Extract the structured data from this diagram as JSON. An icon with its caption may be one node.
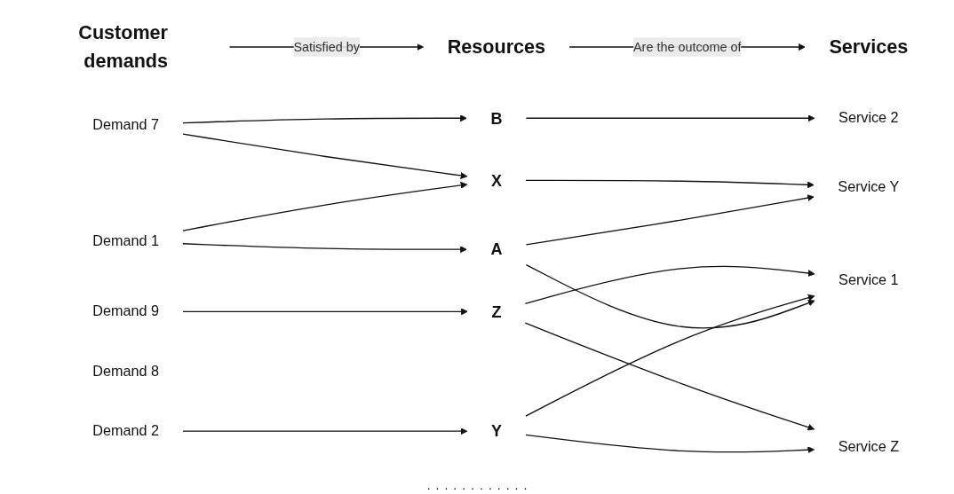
{
  "diagram": {
    "nodes": [
      {
        "text": [
          "Customer demands"
        ]
      },
      {
        "text": [
          "Resources"
        ]
      },
      {
        "text": [
          "Services"
        ]
      },
      {
        "text": [
          "Demand 1"
        ]
      },
      {
        "text": [
          "Demand 2"
        ]
      },
      {
        "text": [
          "Demand 7"
        ]
      },
      {
        "text": [
          "Demand 8"
        ]
      },
      {
        "text": [
          "Demand 9"
        ]
      },
      {
        "text": [
          "A"
        ]
      },
      {
        "text": [
          "B"
        ]
      },
      {
        "text": [
          "X"
        ]
      },
      {
        "text": [
          "Y"
        ]
      },
      {
        "text": [
          "Z"
        ]
      },
      {
        "text": [
          "Service 1"
        ]
      },
      {
        "text": [
          "Service 2"
        ]
      },
      {
        "text": [
          "Service Y"
        ]
      },
      {
        "text": [
          "Service Z"
        ]
      }
    ],
    "edges": [
      {
        "from": 0,
        "to": 1,
        "arrow": "to",
        "label": "Satisfied by"
      },
      {
        "from": 1,
        "to": 2,
        "arrow": "to",
        "label": "Are the outcome of"
      },
      {
        "from": 3,
        "to": 8,
        "arrow": "to"
      },
      {
        "from": 3,
        "to": 10,
        "arrow": "to"
      },
      {
        "from": 4,
        "to": 11,
        "arrow": "to"
      },
      {
        "from": 5,
        "to": 9,
        "arrow": "to"
      },
      {
        "from": 5,
        "to": 10,
        "arrow": "to"
      },
      {
        "from": 7,
        "to": 12,
        "arrow": "to"
      },
      {
        "from": 8,
        "to": 13,
        "arrow": "to"
      },
      {
        "from": 8,
        "to": 15,
        "arrow": "to"
      },
      {
        "from": 9,
        "to": 14,
        "arrow": "to"
      },
      {
        "from": 10,
        "to": 15,
        "arrow": "to"
      },
      {
        "from": 11,
        "to": 13,
        "arrow": "to"
      },
      {
        "from": 11,
        "to": 16,
        "arrow": "to"
      },
      {
        "from": 12,
        "to": 13,
        "arrow": "to"
      },
      {
        "from": 12,
        "to": 16,
        "arrow": "to"
      }
    ],
    "labels": [
      ".",
      ".",
      ".",
      ".",
      ".",
      ".",
      ".",
      ".",
      ".",
      ".",
      ".",
      "."
    ]
  }
}
